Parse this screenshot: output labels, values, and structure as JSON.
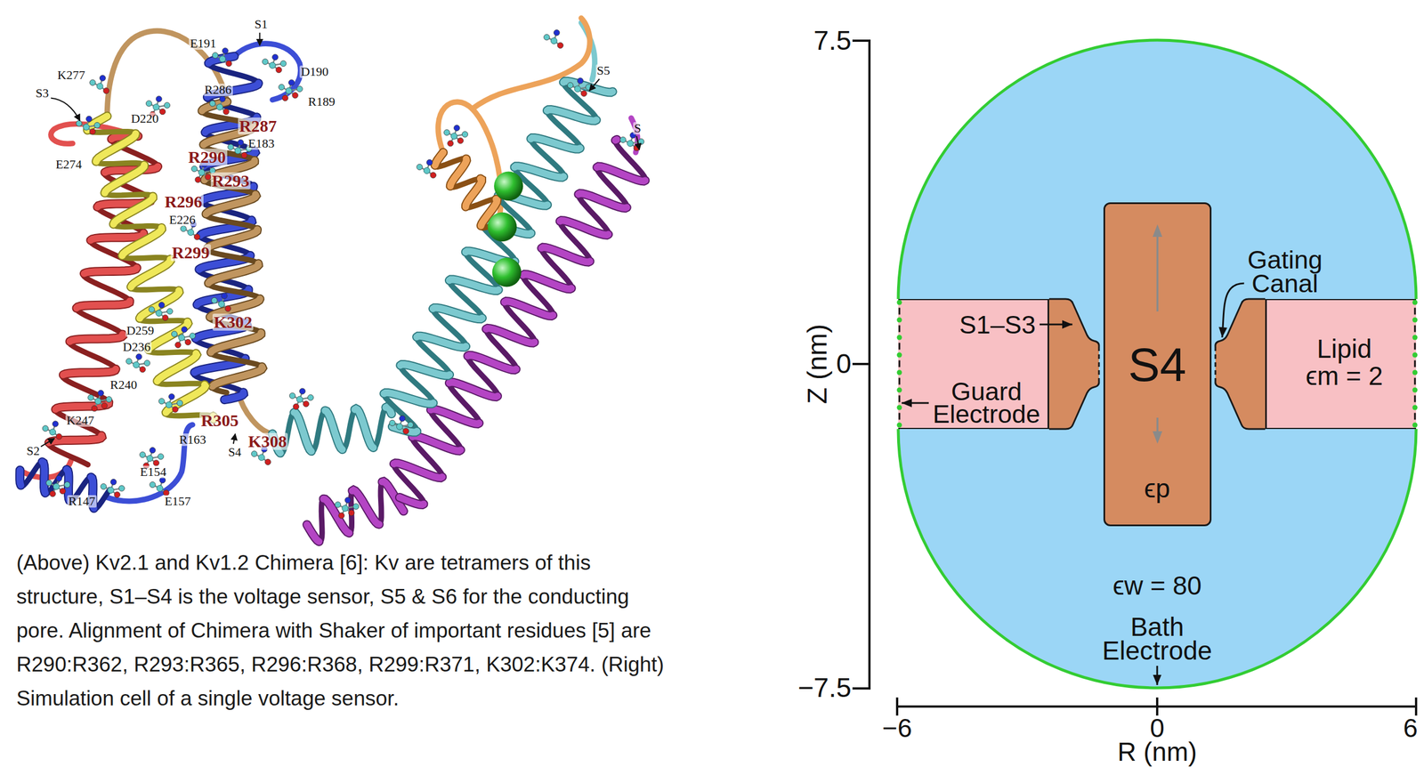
{
  "diagram": {
    "caption": "(Above) Kv2.1 and Kv1.2 Chimera [6]: Kv are tetramers of this structure, S1–S4 is the voltage sensor, S5 & S6 for the conducting pore. Alignment of Chimera with Shaker of important residues [5] are R290:R362, R293:R365, R296:R368, R299:R371, K302:K374. (Right) Simulation cell of a single voltage sensor.",
    "nodes": [
      {
        "text": [
          "ϵw = 80",
          "Bath Electrode"
        ]
      },
      {
        "text": [
          "Guard Electrode"
        ],
        "in": 0
      },
      {
        "text": [
          "S4",
          "ϵp"
        ],
        "in": 0
      },
      {
        "text": [
          "Lipid",
          "ϵm = 2"
        ],
        "in": 0
      }
    ],
    "labels": [
      "S1",
      "E191",
      "D190",
      "K277",
      "S3",
      "R286",
      "R189",
      "D220",
      "R287",
      "E183",
      "R290",
      "E274",
      "R293",
      "R296",
      "E226",
      "R299",
      "K302",
      "D259",
      "D236",
      "R240",
      "K247",
      "R305",
      "R163",
      "S2",
      "S4",
      "K308",
      "E154",
      "R147",
      "E157",
      "S5",
      "S",
      "S1–S3",
      "Gating Canal",
      "7.5",
      "0",
      "−7.5",
      "Z (nm)",
      "−6",
      "0",
      "6",
      "R (nm)"
    ]
  }
}
